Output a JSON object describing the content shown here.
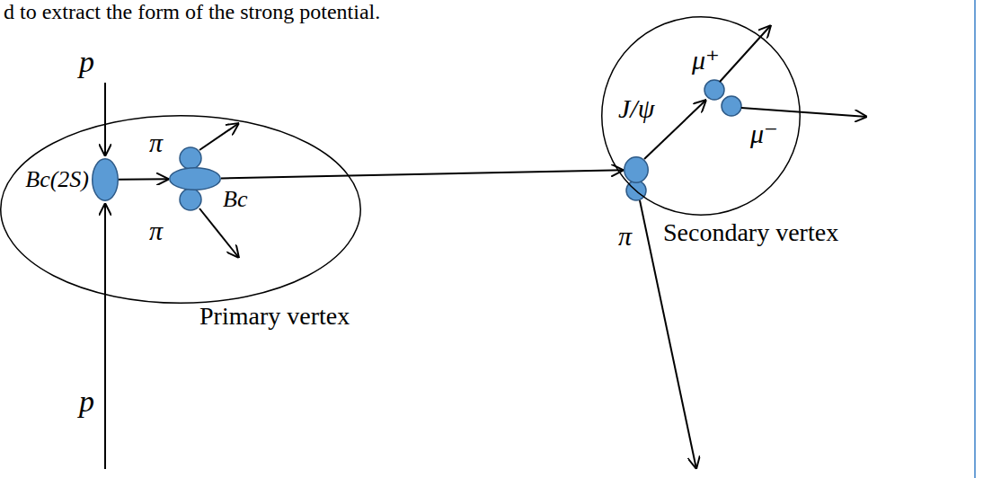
{
  "diagram": {
    "nodes": [
      {
        "text": [
          "Primary vertex"
        ]
      },
      {
        "text": [
          "Bc(2S)"
        ],
        "in": 0
      },
      {
        "text": [
          "Bc"
        ],
        "in": 0
      },
      {
        "text": [
          "Secondary vertex"
        ]
      },
      {
        "text": [
          "J/ψ"
        ],
        "in": 3
      }
    ],
    "edges": [
      {
        "from": 1,
        "to": 2,
        "arrow": "to"
      },
      {
        "from": 2,
        "to": 4,
        "arrow": "to"
      }
    ],
    "labels": [
      "d to extract the form of the strong potential.",
      "p",
      "p",
      "π",
      "π",
      "μ⁺",
      "μ⁻",
      "π"
    ]
  }
}
